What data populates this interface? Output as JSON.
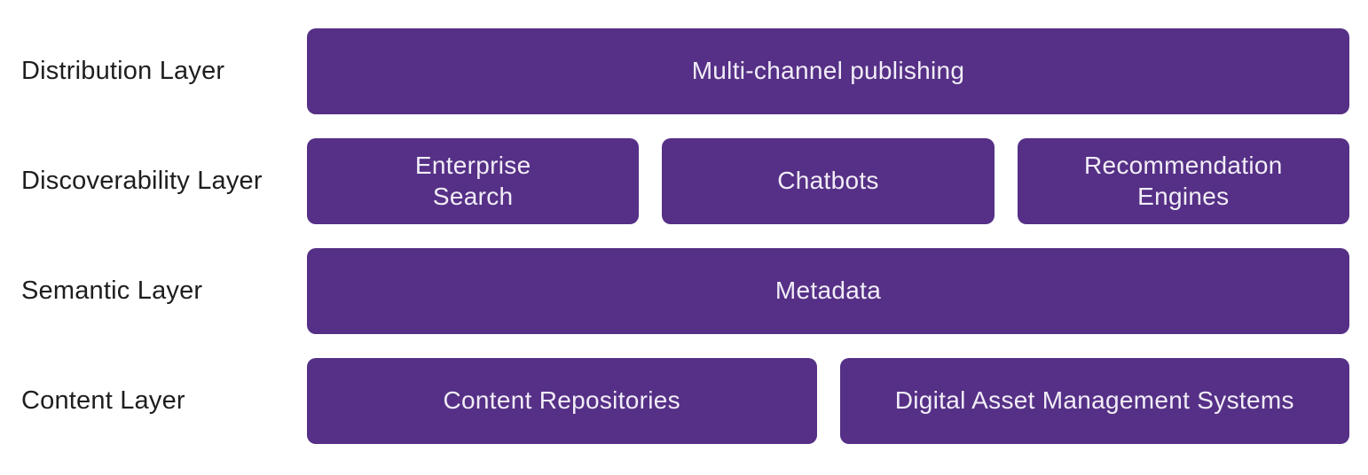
{
  "colors": {
    "box_bg": "#553086",
    "box_text": "#f2edf7",
    "label_text": "#1e1e1e",
    "page_bg": "#ffffff"
  },
  "rows": [
    {
      "label": "Distribution Layer",
      "boxes": [
        "Multi-channel publishing"
      ]
    },
    {
      "label": "Discoverability Layer",
      "boxes": [
        "Enterprise\nSearch",
        "Chatbots",
        "Recommendation\nEngines"
      ]
    },
    {
      "label": "Semantic Layer",
      "boxes": [
        "Metadata"
      ]
    },
    {
      "label": "Content Layer",
      "boxes": [
        "Content Repositories",
        "Digital Asset Management Systems"
      ]
    }
  ]
}
